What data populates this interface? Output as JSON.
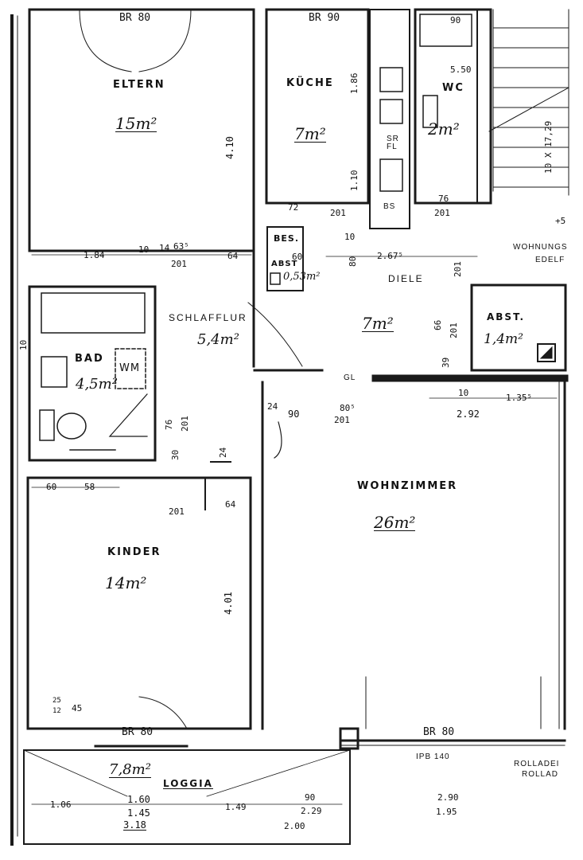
{
  "rooms": {
    "eltern": {
      "name": "ELTERN",
      "area": "15m²"
    },
    "kueche": {
      "name": "KÜCHE",
      "area": "7m²"
    },
    "wc": {
      "name": "WC",
      "area": "2m²"
    },
    "bes": {
      "name": "BES."
    },
    "abst1": {
      "name": "ABST",
      "area": "0,53m²"
    },
    "diele": {
      "name": "DIELE",
      "area": "7m²"
    },
    "abst2": {
      "name": "ABST.",
      "area": "1,4m²"
    },
    "schlafflur": {
      "name": "SCHLAFFLUR",
      "area": "5,4m²"
    },
    "bad": {
      "name": "BAD",
      "area": "4,5m²",
      "wm": "WM"
    },
    "wohnzimmer": {
      "name": "WOHNZIMMER",
      "area": "26m²"
    },
    "kinder": {
      "name": "KINDER",
      "area": "14m²"
    },
    "loggia": {
      "name": "LOGGIA",
      "area": "7,8m²"
    }
  },
  "openings": {
    "br80_eltern": "BR 80",
    "br90_kueche": "BR 90",
    "br80_kinder": "BR 80",
    "br80_wohn": "BR 80",
    "d90_wc": "90",
    "d201_kueche": "201",
    "d201_wc": "201",
    "d201_diele": "201",
    "d201_eltern": "201",
    "d201_bad": "201",
    "d201_kinder": "201",
    "d201_abst": "201",
    "d201_wohn": "201",
    "gl": "GL",
    "sr_fl": "SR FL",
    "bs": "BS"
  },
  "dimensions": {
    "v_410": "4.10",
    "v_401": "4.01",
    "v_186": "1.86",
    "v_110": "1.10",
    "d_184": "1.84",
    "d_10a": "10",
    "d_14": "14",
    "d_635": "63⁵",
    "d_64a": "64",
    "d_72": "72",
    "d_76a": "76",
    "d_267": "2.67⁵",
    "d_10b": "10",
    "d_60a": "60",
    "d_80": "80",
    "d_66": "66",
    "d_39": "39",
    "d_10c": "10",
    "d_135": "1.35⁵",
    "d_292": "2.92",
    "d_24a": "24",
    "d_90": "90",
    "d_805": "80⁵",
    "d_76b": "76",
    "d_30": "30",
    "d_24b": "24",
    "d_60b": "60",
    "d_58": "58",
    "d_64b": "64",
    "d_25": "25",
    "d_12": "12",
    "d_45": "45",
    "d_550": "5.50",
    "d_106": "1.06",
    "d_160": "1.60",
    "d_145": "1.45",
    "d_318": "3.18",
    "d_149": "1.49",
    "d_90b": "90",
    "d_229": "2.29",
    "d_200": "2.00",
    "d_290": "2.90",
    "d_195": "1.95",
    "d_10d": "10",
    "stairs": "10 X 17,29",
    "ipb": "IPB 140"
  },
  "side_labels": {
    "wohnungs": "WOHNUNGS",
    "edelf": "EDELF",
    "rollade1": "ROLLADEI",
    "rollade2": "ROLLAD",
    "plus5": "+5"
  }
}
